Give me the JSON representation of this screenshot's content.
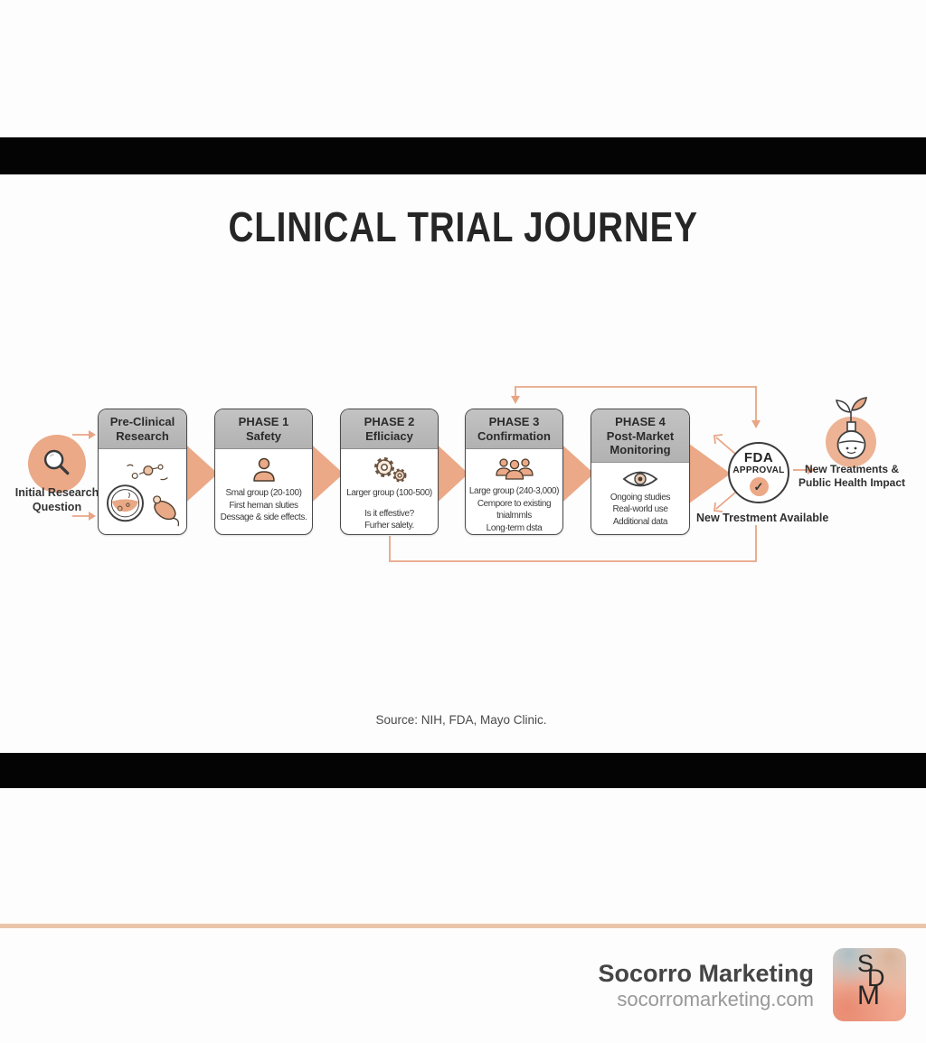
{
  "title": "CLINICAL TRIAL JOURNEY",
  "initial_research": {
    "icon": "magnifier-icon",
    "label_lines": [
      "Initial Research",
      "Question"
    ]
  },
  "stages": [
    {
      "id": "pre-clinical",
      "title_lines": [
        "Pre-Clinical",
        "Research"
      ],
      "icons": [
        "molecules-icon",
        "petri-dish-icon",
        "mouse-icon"
      ],
      "body_lines": []
    },
    {
      "id": "phase-1",
      "title_lines": [
        "PHASE 1",
        "Safety"
      ],
      "icons": [
        "person-icon"
      ],
      "body_lines": [
        "Smal group (20-100)",
        "First heman sluties",
        "Dessage & side effects."
      ]
    },
    {
      "id": "phase-2",
      "title_lines": [
        "PHASE 2",
        "Efliciacy"
      ],
      "icons": [
        "gears-icon"
      ],
      "body_lines": [
        "Larger group (100-500)",
        "Is it effestive?",
        "Furher salety."
      ]
    },
    {
      "id": "phase-3",
      "title_lines": [
        "PHASE 3",
        "Confirmation"
      ],
      "icons": [
        "people-group-icon"
      ],
      "body_lines": [
        "Large group (240-3,000)",
        "Cempore to existing",
        "tnialmmls",
        "Long-term dsta"
      ]
    },
    {
      "id": "phase-4",
      "title_lines": [
        "PHASE 4",
        "Post-Market",
        "Monitoring"
      ],
      "icons": [
        "eye-icon"
      ],
      "body_lines": [
        "Ongoing studies",
        "Real-world use",
        "Additional data"
      ]
    }
  ],
  "fda": {
    "line1": "FDA",
    "line2": "APPROVAL",
    "check": "✓",
    "check_icon": "checkmark-icon",
    "below_label": "New Trestment Available"
  },
  "outcome": {
    "icon": "flask-plant-icon",
    "label_lines": [
      "New Treatments &",
      "Public Health Impact"
    ]
  },
  "source_note": "Source: NIH, FDA, Mayo Clinic.",
  "footer": {
    "brand": "Socorro Marketing",
    "website": "socorromarketing.com",
    "logo_letters": [
      "S",
      "D",
      "M"
    ]
  },
  "colors": {
    "accent_peach": "#e9a886",
    "peach_fill": "#eba987",
    "divider_peach": "#e9c6a9",
    "header_gray": "#bcbcbc",
    "bar_black": "#040404",
    "title_text": "#262626"
  }
}
